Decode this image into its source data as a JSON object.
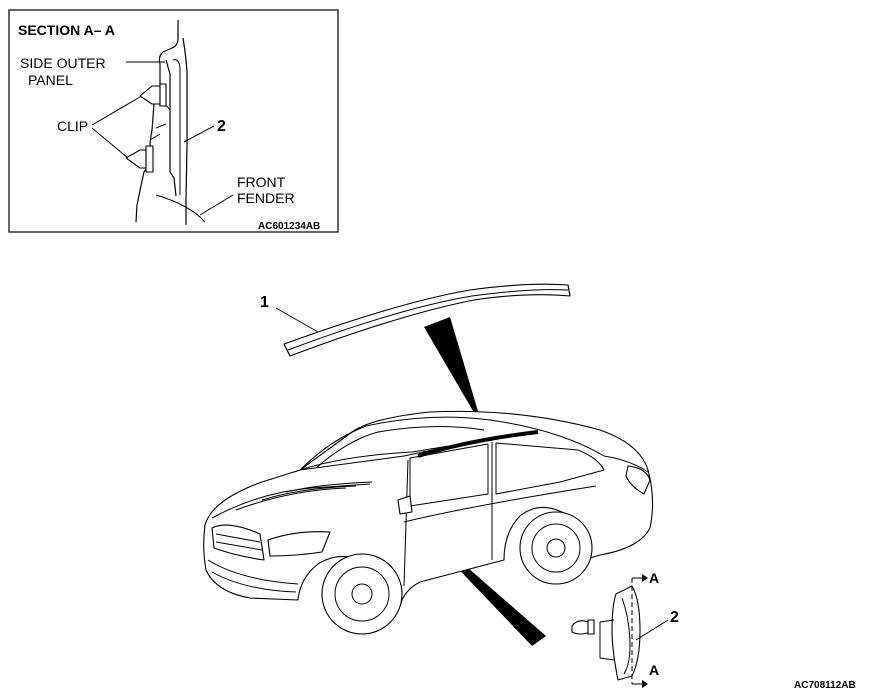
{
  "inset": {
    "title": "SECTION A– A",
    "side_outer_panel": [
      "SIDE OUTER",
      "PANEL"
    ],
    "clip": "CLIP",
    "part_2": "2",
    "front_fender": [
      "FRONT",
      "FENDER"
    ],
    "code": "AC601234AB"
  },
  "main": {
    "part_1": "1",
    "part_2": "2",
    "section_a_top": "A",
    "section_a_bottom": "A",
    "code": "AC708112AB"
  }
}
